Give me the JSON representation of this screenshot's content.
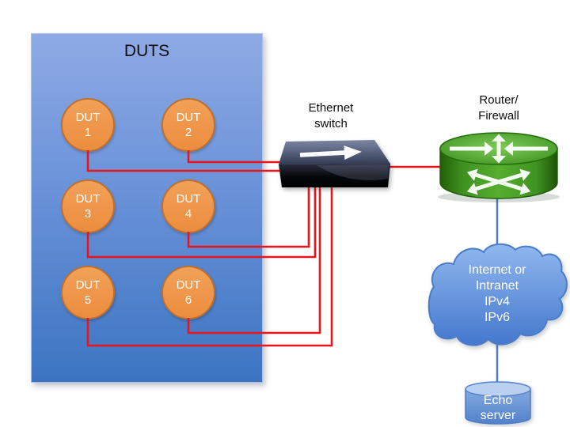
{
  "diagram": {
    "title": "DUTS",
    "duts": [
      {
        "label": "DUT",
        "number": "1"
      },
      {
        "label": "DUT",
        "number": "2"
      },
      {
        "label": "DUT",
        "number": "3"
      },
      {
        "label": "DUT",
        "number": "4"
      },
      {
        "label": "DUT",
        "number": "5"
      },
      {
        "label": "DUT",
        "number": "6"
      }
    ],
    "ethernet_switch": {
      "label_line1": "Ethernet",
      "label_line2": "switch"
    },
    "router_firewall": {
      "label_line1": "Router/",
      "label_line2": "Firewall"
    },
    "cloud": {
      "line1": "Internet or",
      "line2": "Intranet",
      "line3": "IPv4",
      "line4": "IPv6"
    },
    "echo_server": {
      "line1": "Echo",
      "line2": "server"
    },
    "icons": {
      "switch": "right-arrow-icon",
      "router": "crossed-arrows-icon",
      "cloud": "cloud-icon",
      "echo_server": "database-cylinder-icon"
    },
    "colors": {
      "duts_box_top": "#8EAAE5",
      "duts_box_bottom": "#3C74C2",
      "dut_circle_fill": "#EE9448",
      "dut_circle_border": "#BE7030",
      "connection_red": "#E8151D",
      "connection_blue": "#4E7FC6",
      "switch_top": "#6B7593",
      "switch_front": "#0A0B10",
      "router_green": "#4EA229",
      "cloud_blue_top": "#90B7EE",
      "cloud_blue_bottom": "#4478CE",
      "echo_cylinder": "#6F9AD8"
    }
  }
}
